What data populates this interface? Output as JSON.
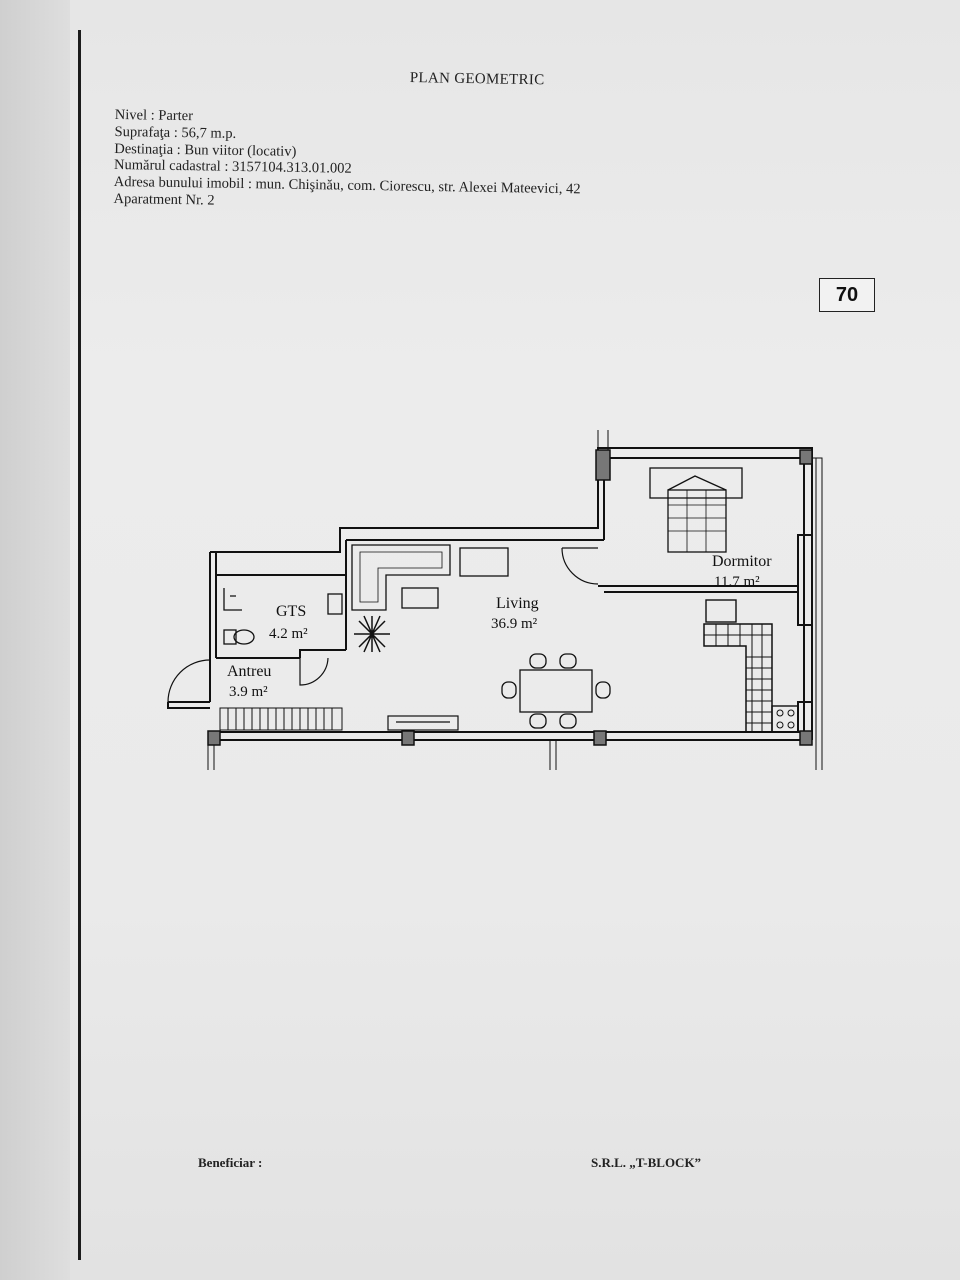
{
  "document": {
    "title": "PLAN GEOMETRIC",
    "details": [
      "Nivel : Parter",
      "Suprafaţa : 56,7 m.p.",
      "Destinaţia : Bun viitor (locativ)",
      "Numărul cadastral : 3157104.313.01.002",
      "Adresa bunului imobil : mun. Chişinău, com. Ciorescu, str. Alexei Mateevici, 42",
      "Aparatment Nr. 2"
    ],
    "page_number": "70"
  },
  "plan": {
    "rooms": [
      {
        "name": "Dormitor",
        "area": "11.7 m²"
      },
      {
        "name": "Living",
        "area": "36.9 m²"
      },
      {
        "name": "GTS",
        "area": "4.2 m²"
      },
      {
        "name": "Antreu",
        "area": "3.9 m²"
      }
    ]
  },
  "footer": {
    "beneficiary_label": "Beneficiar :",
    "company": "S.R.L. „T-BLOCK”"
  },
  "colors": {
    "paper": "#ececec",
    "ink": "#111111",
    "wall_fill": "#f4f4f4"
  }
}
